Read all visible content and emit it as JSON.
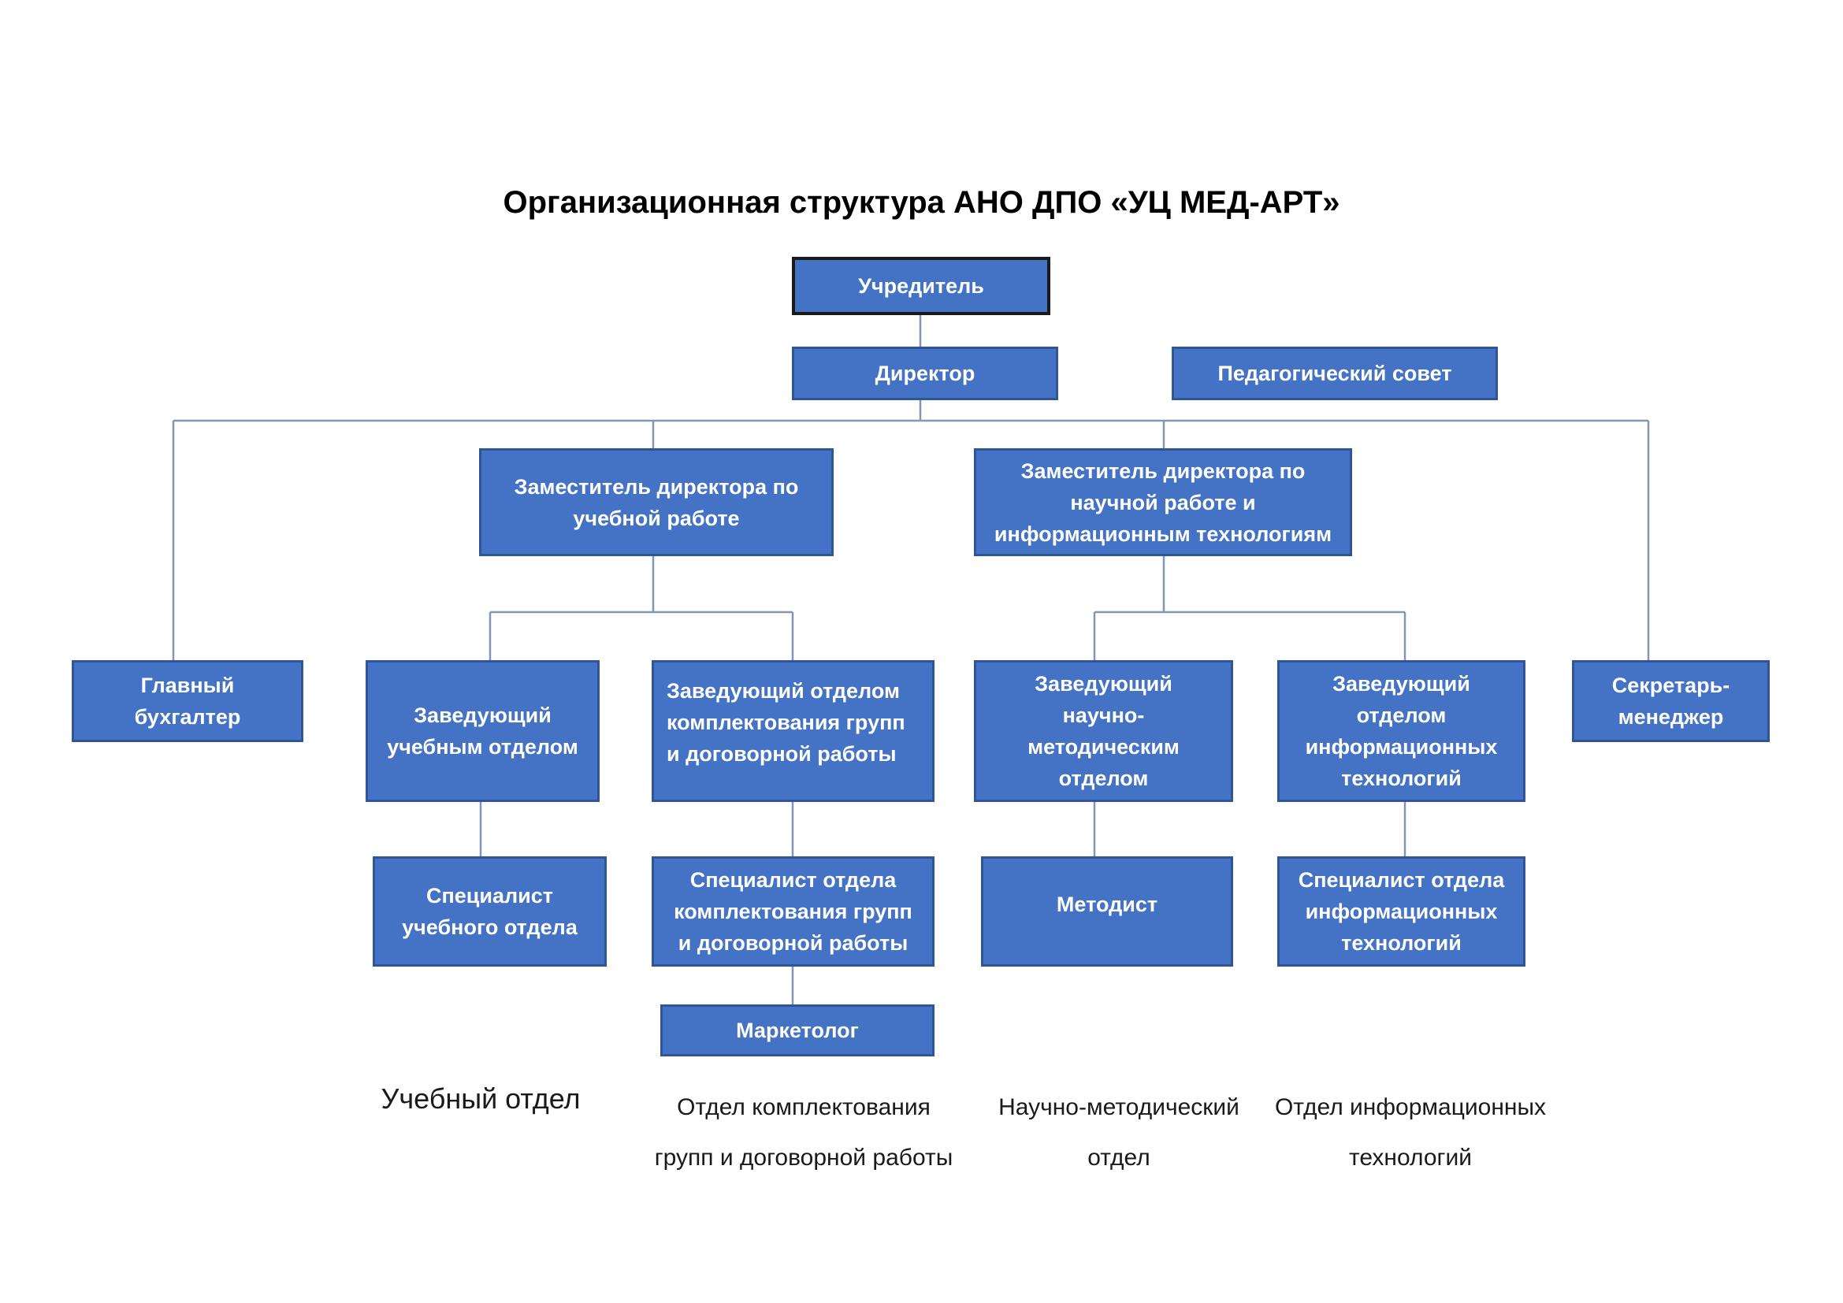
{
  "title": "Организационная структура АНО ДПО «УЦ МЕД-АРТ»",
  "colors": {
    "box_fill": "#4472c4",
    "box_border": "#2f5597",
    "box_text": "#ffffff",
    "connector": "#8497b0"
  },
  "nodes": {
    "founder": "Учредитель",
    "director": "Директор",
    "pedagogical_council": "Педагогический совет",
    "deputy_education": "Заместитель директора по\nучебной работе",
    "deputy_science_it": "Заместитель директора по\nнаучной работе и\nинформационным технологиям",
    "chief_accountant": "Главный\nбухгалтер",
    "head_education_dept": "Заведующий\nучебным отделом",
    "head_groups_contracts": "Заведующий отделом\nкомплектования групп\nи договорной работы",
    "head_science_methods": "Заведующий\nнаучно-\nметодическим\nотделом",
    "head_it_dept": "Заведующий\nотделом\nинформационных\nтехнологий",
    "secretary_manager": "Секретарь-\nменеджер",
    "specialist_education": "Специалист\nучебного отдела",
    "specialist_groups_contracts": "Специалист отдела\nкомплектования групп\nи договорной работы",
    "methodologist": "Методист",
    "specialist_it": "Специалист отдела\nинформационных\nтехнологий",
    "marketer": "Маркетолог"
  },
  "departments": {
    "education": "Учебный отдел",
    "groups_contracts": "Отдел комплектования\nгрупп и договорной работы",
    "science_methods": "Научно-методический\nотдел",
    "it": "Отдел информационных\nтехнологий"
  }
}
